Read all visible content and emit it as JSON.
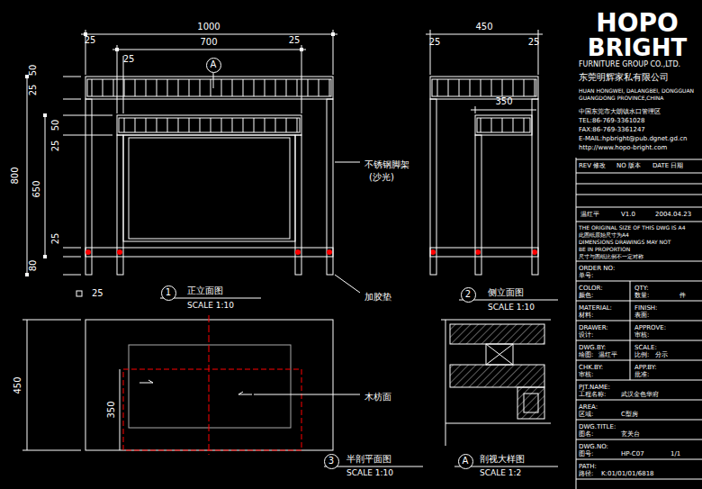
{
  "diagram": {
    "nodes": [
      {
        "text": [
          "A"
        ]
      },
      {
        "text": [
          "1"
        ]
      },
      {
        "text": [
          "2"
        ]
      },
      {
        "text": [
          "3"
        ]
      },
      {
        "text": [
          "A"
        ]
      }
    ],
    "labels": [
      "1000",
      "25",
      "700",
      "25",
      "25",
      "50",
      "25",
      "50",
      "25",
      "800",
      "650",
      "25",
      "80",
      "25",
      "不锈钢脚架",
      "(沙光)",
      "加胶垫",
      "正立面图",
      "SCALE 1:10",
      "450",
      "25",
      "25",
      "350",
      "侧立面图",
      "SCALE 1:10",
      "450",
      "350",
      "木枋面",
      "半剖平面图",
      "SCALE 1:10",
      "剖视大样图",
      "SCALE 1:2",
      "HOPO",
      "BRIGHT",
      "FURNITURE GROUP CO.,LTD.",
      "东莞明辉家私有限公司",
      "HUAN HONGWEI, DALANGBEI, DONGGUAN",
      "GUANGDONG PROVINCE,CHINA",
      "中国东莞市大朗镇水口管理区",
      "TEL:86-769-3361028",
      "FAX:86-769-3361247",
      "E-MAIL:hpbright@pub.dgnet.gd.cn",
      "http://www.hopo-bright.com",
      "REV 修改",
      "NO 版本",
      "DATE 日期",
      "温红平",
      "V1.0",
      "2004.04.23",
      "THE ORIGINAL SIZE OF THIS DWG IS A4",
      "此图纸原始尺寸为A4",
      "DIMENSIONS DRAWINGS MAY NOT",
      "BE IN PROPORTION",
      "尺寸与图纸比例不一定对称",
      "ORDER NO:",
      "单号:",
      "COLOR:",
      "QTY:",
      "颜色:",
      "数量:",
      "件",
      "MATERIAL:",
      "FINISH:",
      "材料:",
      "表面:",
      "DRAWER:",
      "APPROVE:",
      "设计:",
      "审核:",
      "DWG.BY:",
      "SCALE:",
      "绘图:",
      "温红平",
      "比例:",
      "分示",
      "CHK.BY:",
      "APP.BY:",
      "审核:",
      "批准:",
      "PJT.NAME:",
      "工程名称:",
      "武汉金色华府",
      "AREA:",
      "区域:",
      "C型房",
      "DWG.TITLE:",
      "图名:",
      "玄关台",
      "DWG.NO:",
      "图号:",
      "HP-C07",
      "1/1",
      "PATH:",
      "路径:",
      "K:01/01/01/6818"
    ]
  }
}
